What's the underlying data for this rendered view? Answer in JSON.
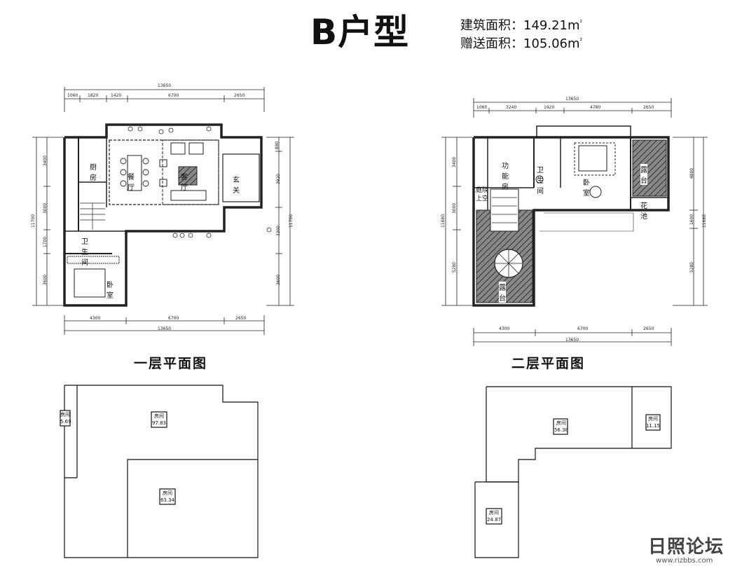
{
  "header": {
    "title": "B户型",
    "build_area_label": "建筑面积：",
    "build_area_value": "149.21m",
    "gift_area_label": "赠送面积：",
    "gift_area_value": "105.06m",
    "unit_sup": "²"
  },
  "floor1": {
    "caption": "一层平面图",
    "dims_top": [
      "13650",
      "1060",
      "1820",
      "1420",
      "6700",
      "2650"
    ],
    "dims_bottom": [
      "4300",
      "6700",
      "2650",
      "13650"
    ],
    "dims_left": [
      "3400",
      "3000",
      "1700",
      "3600",
      "11700"
    ],
    "dims_right": [
      "880",
      "3920",
      "3300",
      "3600",
      "11700"
    ],
    "rooms": [
      "厨房",
      "餐厅",
      "客厅",
      "玄关",
      "卫生间",
      "卧室"
    ]
  },
  "floor2": {
    "caption": "二层平面图",
    "dims_top": [
      "13650",
      "1060",
      "3240",
      "1920",
      "4780",
      "2650"
    ],
    "dims_bottom": [
      "4300",
      "6700",
      "2650",
      "13650"
    ],
    "dims_left": [
      "3400",
      "3000",
      "5280",
      "11680"
    ],
    "dims_right": [
      "4800",
      "1600",
      "5280",
      "11680"
    ],
    "rooms": [
      "功能房",
      "卫生间",
      "卧室",
      "露台",
      "花池",
      "庭院上空",
      "露台"
    ]
  },
  "area1": {
    "tag": "房间",
    "values": [
      "5.69",
      "97.83",
      "63.34"
    ]
  },
  "area2": {
    "tag": "房间",
    "values": [
      "56.38",
      "11.15",
      "24.87"
    ]
  },
  "watermark": {
    "main": "日照论坛",
    "sub": "www.rizbbs.com"
  }
}
